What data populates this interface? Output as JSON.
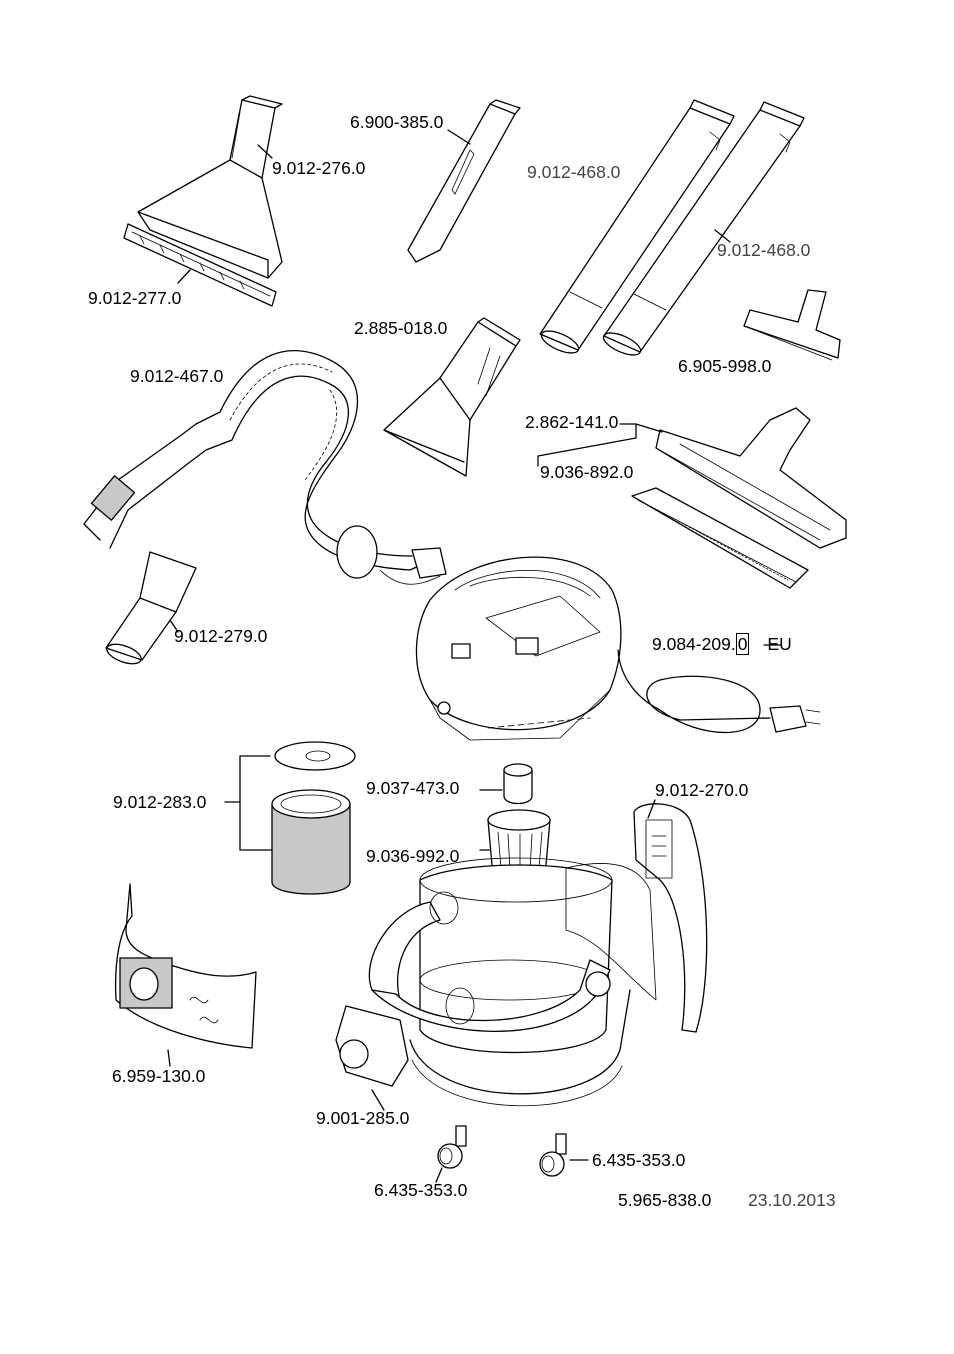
{
  "parts": {
    "p_9012276": "9.012-276.0",
    "p_6900385": "6.900-385.0",
    "p_9012468a": "9.012-468.0",
    "p_9012468b": "9.012-468.0",
    "p_9012277": "9.012-277.0",
    "p_2885018": "2.885-018.0",
    "p_6905998": "6.905-998.0",
    "p_9012467": "9.012-467.0",
    "p_2862141": "2.862-141.0",
    "p_9036892": "9.036-892.0",
    "p_9012279": "9.012-279.0",
    "p_9084209_prefix": "9.084-209.",
    "p_9084209_box": "0",
    "p_9084209_suffix": "EU",
    "p_9012283": "9.012-283.0",
    "p_9037473": "9.037-473.0",
    "p_9012270": "9.012-270.0",
    "p_9036992": "9.036-992.0",
    "p_6959130": "6.959-130.0",
    "p_9001285": "9.001-285.0",
    "p_6435353a": "6.435-353.0",
    "p_6435353b": "6.435-353.0"
  },
  "footer": {
    "doc_number": "5.965-838.0",
    "date": "23.10.2013"
  }
}
